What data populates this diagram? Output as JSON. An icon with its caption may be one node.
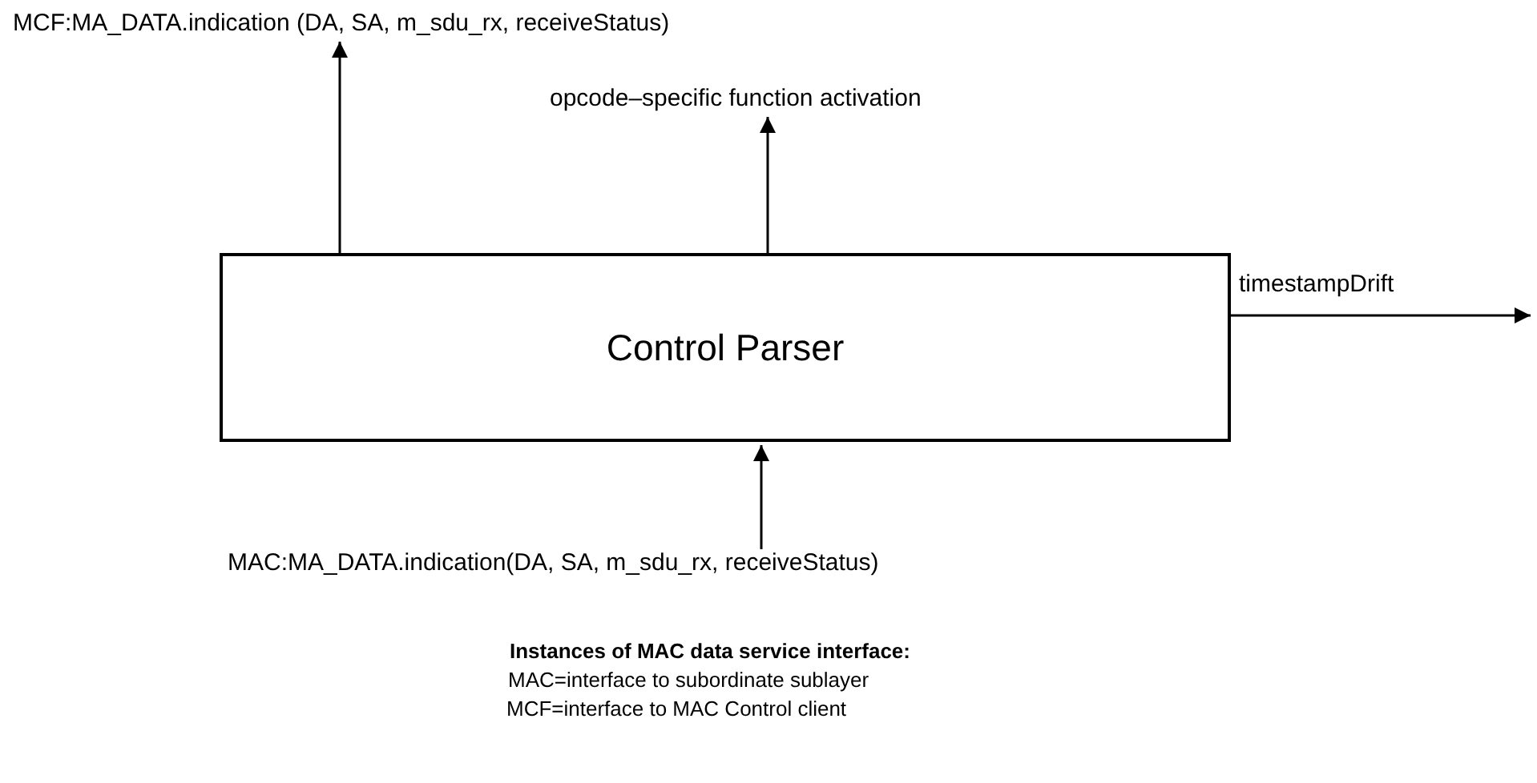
{
  "diagram": {
    "nodes": [
      {
        "text": [
          "Control Parser"
        ]
      },
      {
        "text": [
          "MCF:MA_DATA.indication (DA, SA, m_sdu_rx, receiveStatus)"
        ]
      },
      {
        "text": [
          "opcode–specific function activation"
        ]
      },
      {
        "text": [
          "MAC:MA_DATA.indication(DA, SA, m_sdu_rx, receiveStatus)"
        ]
      }
    ],
    "edges": [
      {
        "from": 0,
        "to": 1,
        "arrow": "to"
      },
      {
        "from": 0,
        "to": 2,
        "arrow": "to"
      },
      {
        "from": 0,
        "to": null,
        "arrow": "to",
        "label": "timestampDrift"
      },
      {
        "from": 3,
        "to": 0,
        "arrow": "to"
      }
    ],
    "labels": [
      "Instances of MAC data service interface:",
      "MAC=interface to subordinate sublayer",
      "MCF=interface to MAC Control client"
    ]
  }
}
